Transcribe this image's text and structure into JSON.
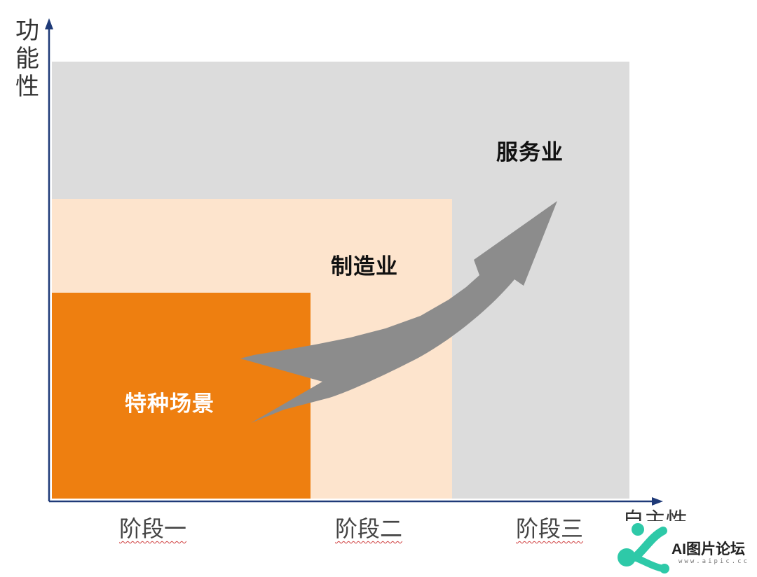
{
  "axes": {
    "y_label": "功能性",
    "x_label": "自主性"
  },
  "zones": {
    "special": "特种场景",
    "manufacturing": "制造业",
    "service": "服务业"
  },
  "stages": [
    "阶段一",
    "阶段二",
    "阶段三"
  ],
  "colors": {
    "special_zone": "#ee7f10",
    "manufacturing_zone": "#fde4cd",
    "service_zone": "#dcdcdc",
    "arrow": "#8c8c8c",
    "axis": "#1f3a78"
  },
  "arrow_icon": "growth-arrow-icon",
  "watermark": {
    "text": "AI图片论坛",
    "subtext": "www.aipic.cc"
  }
}
